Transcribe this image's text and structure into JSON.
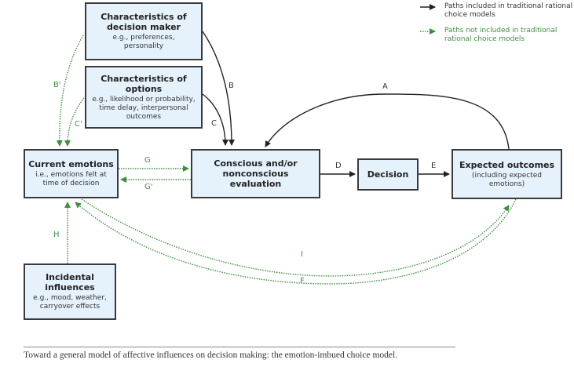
{
  "legend": {
    "solid": "Paths included in traditional rational choice models",
    "dotted": "Paths not included in traditional rational choice models"
  },
  "nodes": {
    "decision_maker": {
      "title": "Characteristics of decision maker",
      "sub": "e.g., preferences, personality"
    },
    "options": {
      "title": "Characteristics of options",
      "sub": "e.g., likelihood or probability, time delay, interpersonal outcomes"
    },
    "current_emotions": {
      "title": "Current emotions",
      "sub": "i.e., emotions felt at time of decision"
    },
    "evaluation": {
      "title": "Conscious and/or nonconscious evaluation"
    },
    "decision": {
      "title": "Decision"
    },
    "expected_outcomes": {
      "title": "Expected outcomes",
      "sub": "(including expected emotions)"
    },
    "incidental": {
      "title": "Incidental influences",
      "sub": "e.g., mood, weather, carryover effects"
    }
  },
  "paths": {
    "A": "A",
    "B": "B",
    "C": "C",
    "D": "D",
    "E": "E",
    "B_prime": "B'",
    "C_prime": "C'",
    "G": "G",
    "G_prime": "G'",
    "H": "H",
    "I": "I",
    "F": "F"
  },
  "colors": {
    "solid": "#222222",
    "dotted": "#3f8f3f",
    "box_fill": "#e6f2fb",
    "box_border": "#3a3a3a"
  },
  "caption": "Toward a general model of affective influences on decision making: the emotion-imbued choice model."
}
